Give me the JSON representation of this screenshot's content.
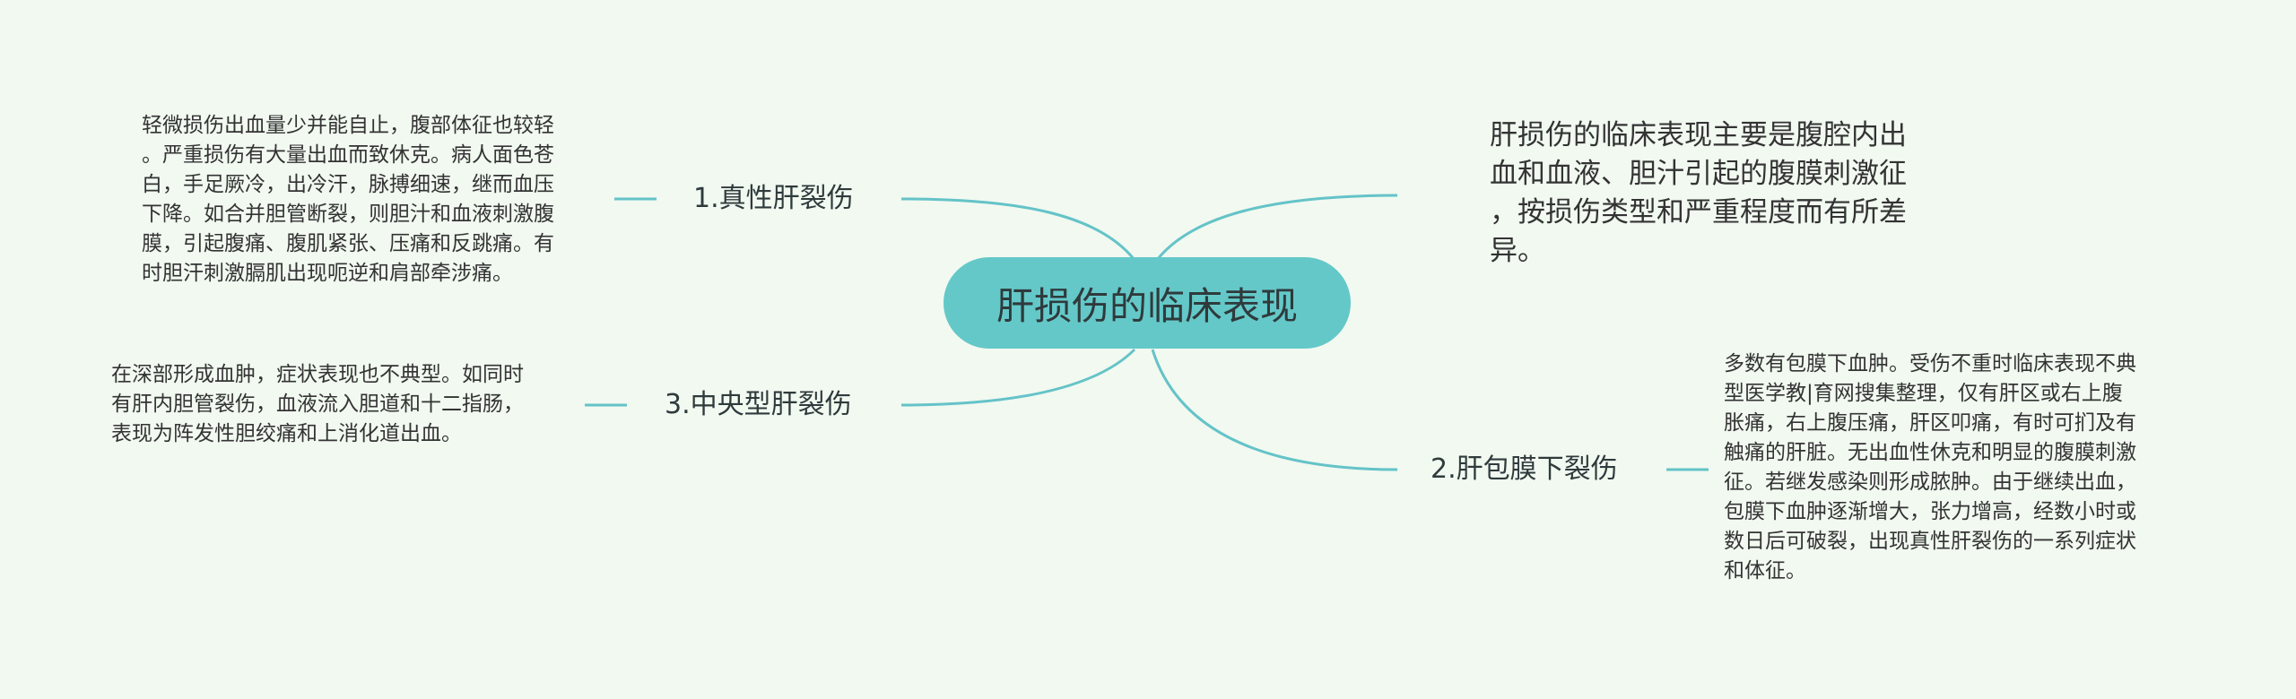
{
  "root": {
    "label": "肝损伤的临床表现"
  },
  "summary": {
    "text": "肝损伤的临床表现主要是腹腔内出\n血和血液、胆汁引起的腹膜刺激征\n，按损伤类型和严重程度而有所差\n异。"
  },
  "branches": [
    {
      "label": "1.真性肝裂伤",
      "detail": "轻微损伤出血量少并能自止，腹部体征也较轻\n。严重损伤有大量出血而致休克。病人面色苍\n白，手足厥冷，出冷汗，脉搏细速，继而血压\n下降。如合并胆管断裂，则胆汁和血液刺激腹\n膜，引起腹痛、腹肌紧张、压痛和反跳痛。有\n时胆汗刺激膈肌出现呃逆和肩部牵涉痛。"
    },
    {
      "label": "3.中央型肝裂伤",
      "detail": "在深部形成血肿，症状表现也不典型。如同时\n有肝内胆管裂伤，血液流入胆道和十二指肠，\n表现为阵发性胆绞痛和上消化道出血。"
    },
    {
      "label": "2.肝包膜下裂伤",
      "detail": "多数有包膜下血肿。受伤不重时临床表现不典\n型医学教|育网搜集整理，仅有肝区或右上腹\n胀痛，右上腹压痛，肝区叩痛，有时可扪及有\n触痛的肝脏。无出血性休克和明显的腹膜刺激\n征。若继发感染则形成脓肿。由于继续出血，\n包膜下血肿逐渐增大，张力增高，经数小时或\n数日后可破裂，出现真性肝裂伤的一系列症状\n和体征。"
    }
  ],
  "colors": {
    "background": "#f1f9f0",
    "root_fill": "#64c8c8",
    "connector": "#64c3c8"
  }
}
